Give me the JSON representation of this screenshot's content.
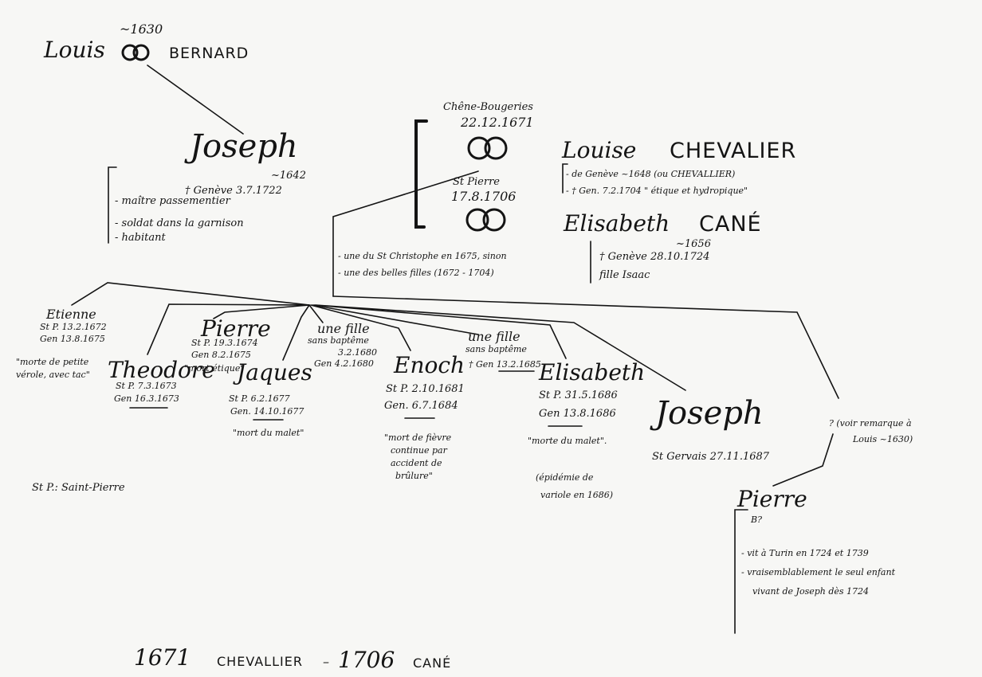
{
  "header": {
    "first_name": "Louis",
    "circa_year": "~1630",
    "surname": "BERNARD"
  },
  "joseph": {
    "name": "Joseph",
    "birth": "~1642",
    "death": "† Genève 3.7.1722",
    "notes": [
      "- maître passementier",
      "- soldat dans la garnison",
      "- habitant"
    ]
  },
  "marriage_1": {
    "place": "Chêne-Bougeries",
    "date": "22.12.1671"
  },
  "marriage_2": {
    "place": "St Pierre",
    "date": "17.8.1706"
  },
  "wife_1": {
    "first_name": "Louise",
    "surname": "CHEVALIER",
    "notes": [
      "- de Genève     ~1648     (ou CHEVALLIER)",
      "- †  Gen.      7.2.1704  \" étique et hydropique\""
    ]
  },
  "wife_2": {
    "first_name": "Elisabeth",
    "surname": "CANÉ",
    "birth": "~1656",
    "death": "† Genève 28.10.1724",
    "father": "fille Isaac"
  },
  "marriage_note": [
    "- une du St Christophe en 1675, sinon",
    "- une des belles filles (1672 - 1704)"
  ],
  "children": [
    {
      "name": "Etienne",
      "lines": [
        "St P. 13.2.1672",
        "Gen 13.8.1675"
      ],
      "note": [
        "\"morte de petite",
        "vérole, avec tac\""
      ]
    },
    {
      "name": "Theodore",
      "lines": [
        "St P. 7.3.1673",
        "Gen 16.3.1673"
      ],
      "note": []
    },
    {
      "name": "Pierre",
      "lines": [
        "St P. 19.3.1674",
        "Gen 8.2.1675"
      ],
      "note": [
        "\"mort étique\""
      ]
    },
    {
      "name": "Jaques",
      "lines": [
        "St P.       6.2.1677",
        "Gen. 14.10.1677"
      ],
      "note": [
        "\"mort du malet\""
      ]
    },
    {
      "name": "une fille",
      "lines": [
        "sans baptême",
        "3.2.1680",
        "Gen 4.2.1680"
      ],
      "note": []
    },
    {
      "name": "Enoch",
      "lines": [
        "St P. 2.10.1681",
        "Gen. 6.7.1684"
      ],
      "note": [
        "\"mort de fièvre",
        "continue par",
        "accident de",
        "brûlure\""
      ]
    },
    {
      "name": "une fille",
      "lines": [
        "sans baptême",
        "† Gen 13.2.1685"
      ],
      "note": []
    },
    {
      "name": "Elisabeth",
      "lines": [
        "St P. 31.5.1686",
        "Gen 13.8.1686"
      ],
      "note": [
        "\"morte du malet\"."
      ]
    },
    {
      "name": "Joseph",
      "lines": [
        "St Gervais  27.11.1687"
      ],
      "note": []
    },
    {
      "name": "Pierre",
      "lines": [
        "B?",
        "",
        "- vit à Turin en 1724 et 1739",
        "- vraisemblablement le seul enfant",
        "  vivant de Joseph dès 1724"
      ],
      "note": []
    }
  ],
  "pierre_question": [
    "?  (voir remarque à",
    "Louis ~1630)"
  ],
  "epidemic_note": [
    "(épidémie de",
    "variole en 1686)"
  ],
  "legend": "St P.:  Saint-Pierre",
  "footer": {
    "year_1": "1671",
    "name_1": "CHEVALLIER",
    "sep": "–",
    "year_2": "1706",
    "name_2": "CANÉ"
  }
}
